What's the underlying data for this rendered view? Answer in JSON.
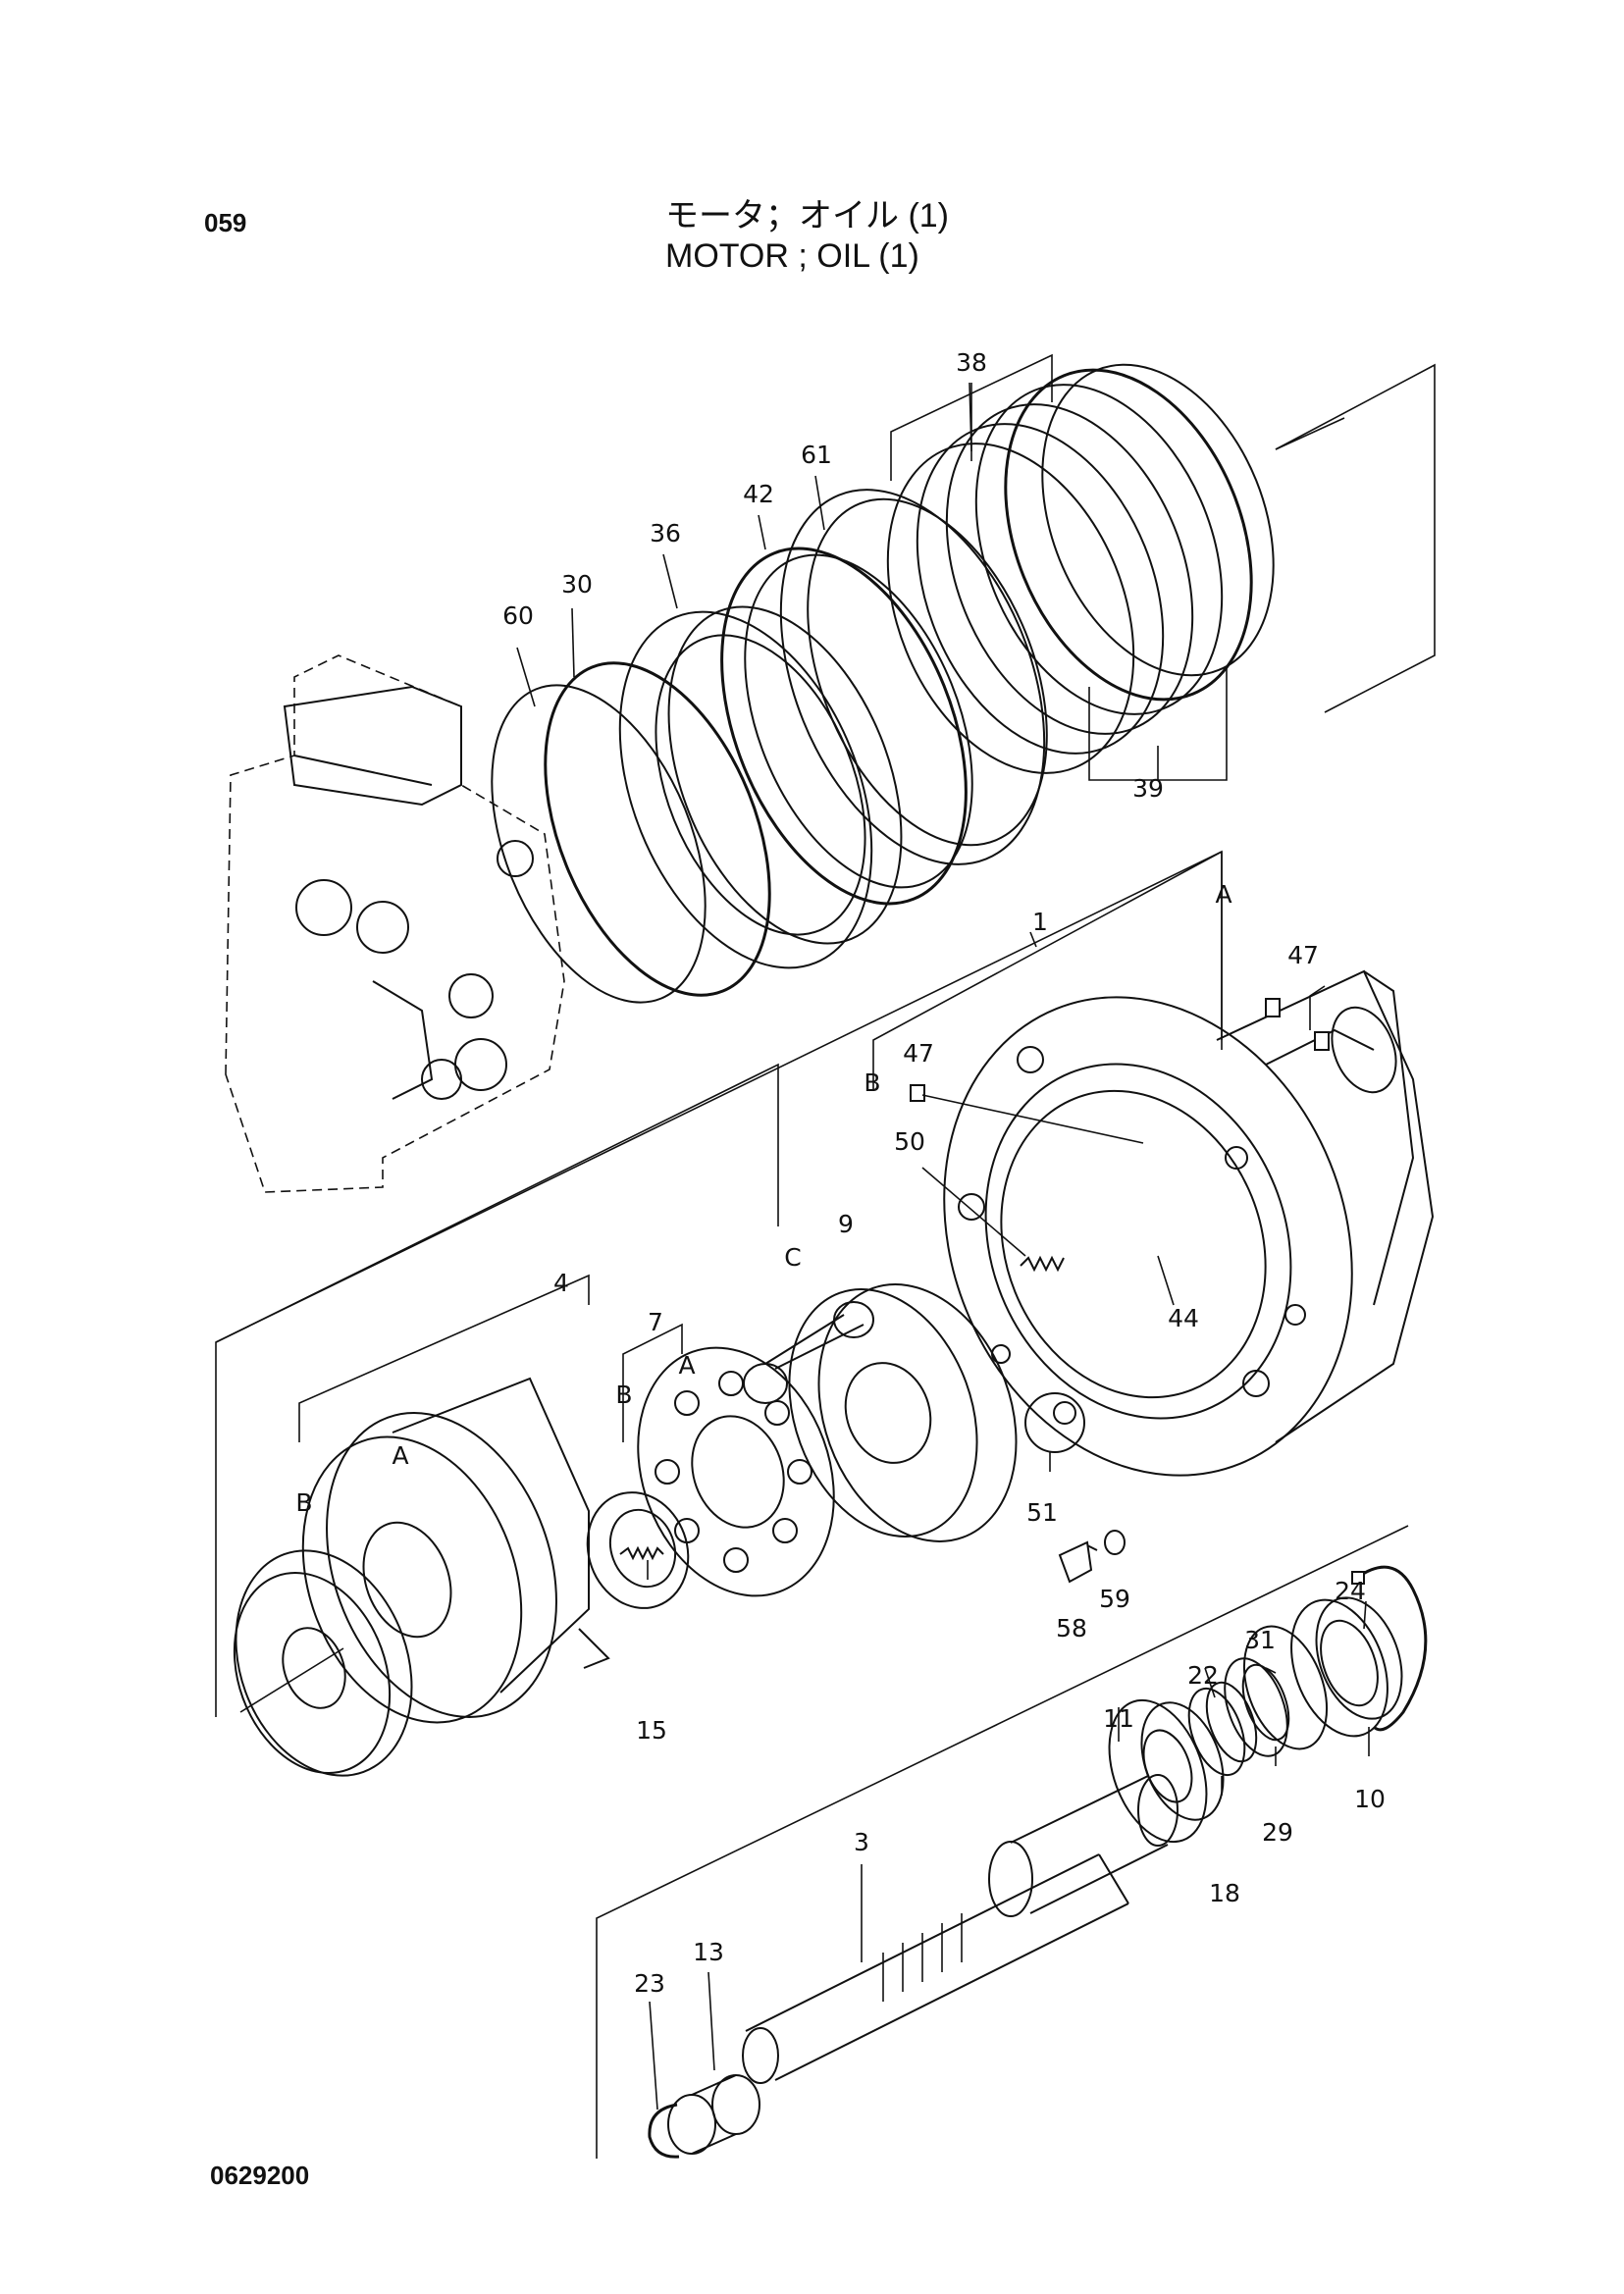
{
  "header": {
    "page_number": "059",
    "title_jp": "モータ；オイル (1)",
    "title_en": "MOTOR ; OIL (1)"
  },
  "footer": {
    "drawing_number": "0629200"
  },
  "callouts": {
    "c1": "1",
    "c3": "3",
    "c4": "4",
    "c7": "7",
    "c9": "9",
    "c10": "10",
    "c11": "11",
    "c13": "13",
    "c15": "15",
    "c18": "18",
    "c22": "22",
    "c23": "23",
    "c24": "24",
    "c29": "29",
    "c30": "30",
    "c31": "31",
    "c36": "36",
    "c38": "38",
    "c39": "39",
    "c42": "42",
    "c44": "44",
    "c47a": "47",
    "c47b": "47",
    "c50": "50",
    "c51": "51",
    "c58": "58",
    "c59": "59",
    "c60": "60",
    "c61": "61",
    "sub_a1": "A",
    "sub_b1": "B",
    "sub_c": "C",
    "sub_a4": "A",
    "sub_b4": "B",
    "sub_a7": "A",
    "sub_b7": "B"
  }
}
